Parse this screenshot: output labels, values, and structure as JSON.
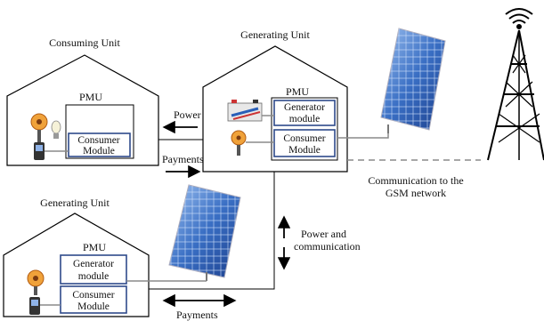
{
  "units": {
    "consuming_top": {
      "title": "Consuming Unit",
      "pmu": "PMU",
      "consumer": [
        "Consumer",
        "Module"
      ]
    },
    "generating_top": {
      "title": "Generating Unit",
      "pmu": "PMU",
      "generator": [
        "Generator",
        "module"
      ],
      "consumer": [
        "Consumer",
        "Module"
      ]
    },
    "generating_bottom": {
      "title": "Generating Unit",
      "pmu": "PMU",
      "generator": [
        "Generator",
        "module"
      ],
      "consumer": [
        "Consumer",
        "Module"
      ]
    }
  },
  "flows": {
    "power": "Power",
    "payments_top": "Payments",
    "payments_bottom": "Payments",
    "power_comm": [
      "Power and",
      "communication"
    ],
    "gsm": [
      "Communication to the",
      "GSM network"
    ]
  },
  "colors": {
    "module_border": "#2e4a8a",
    "panel_blue": "#2a5fb8",
    "panel_light": "#8fb3e8",
    "wire": "#8a8a8a",
    "line": "#000000"
  }
}
